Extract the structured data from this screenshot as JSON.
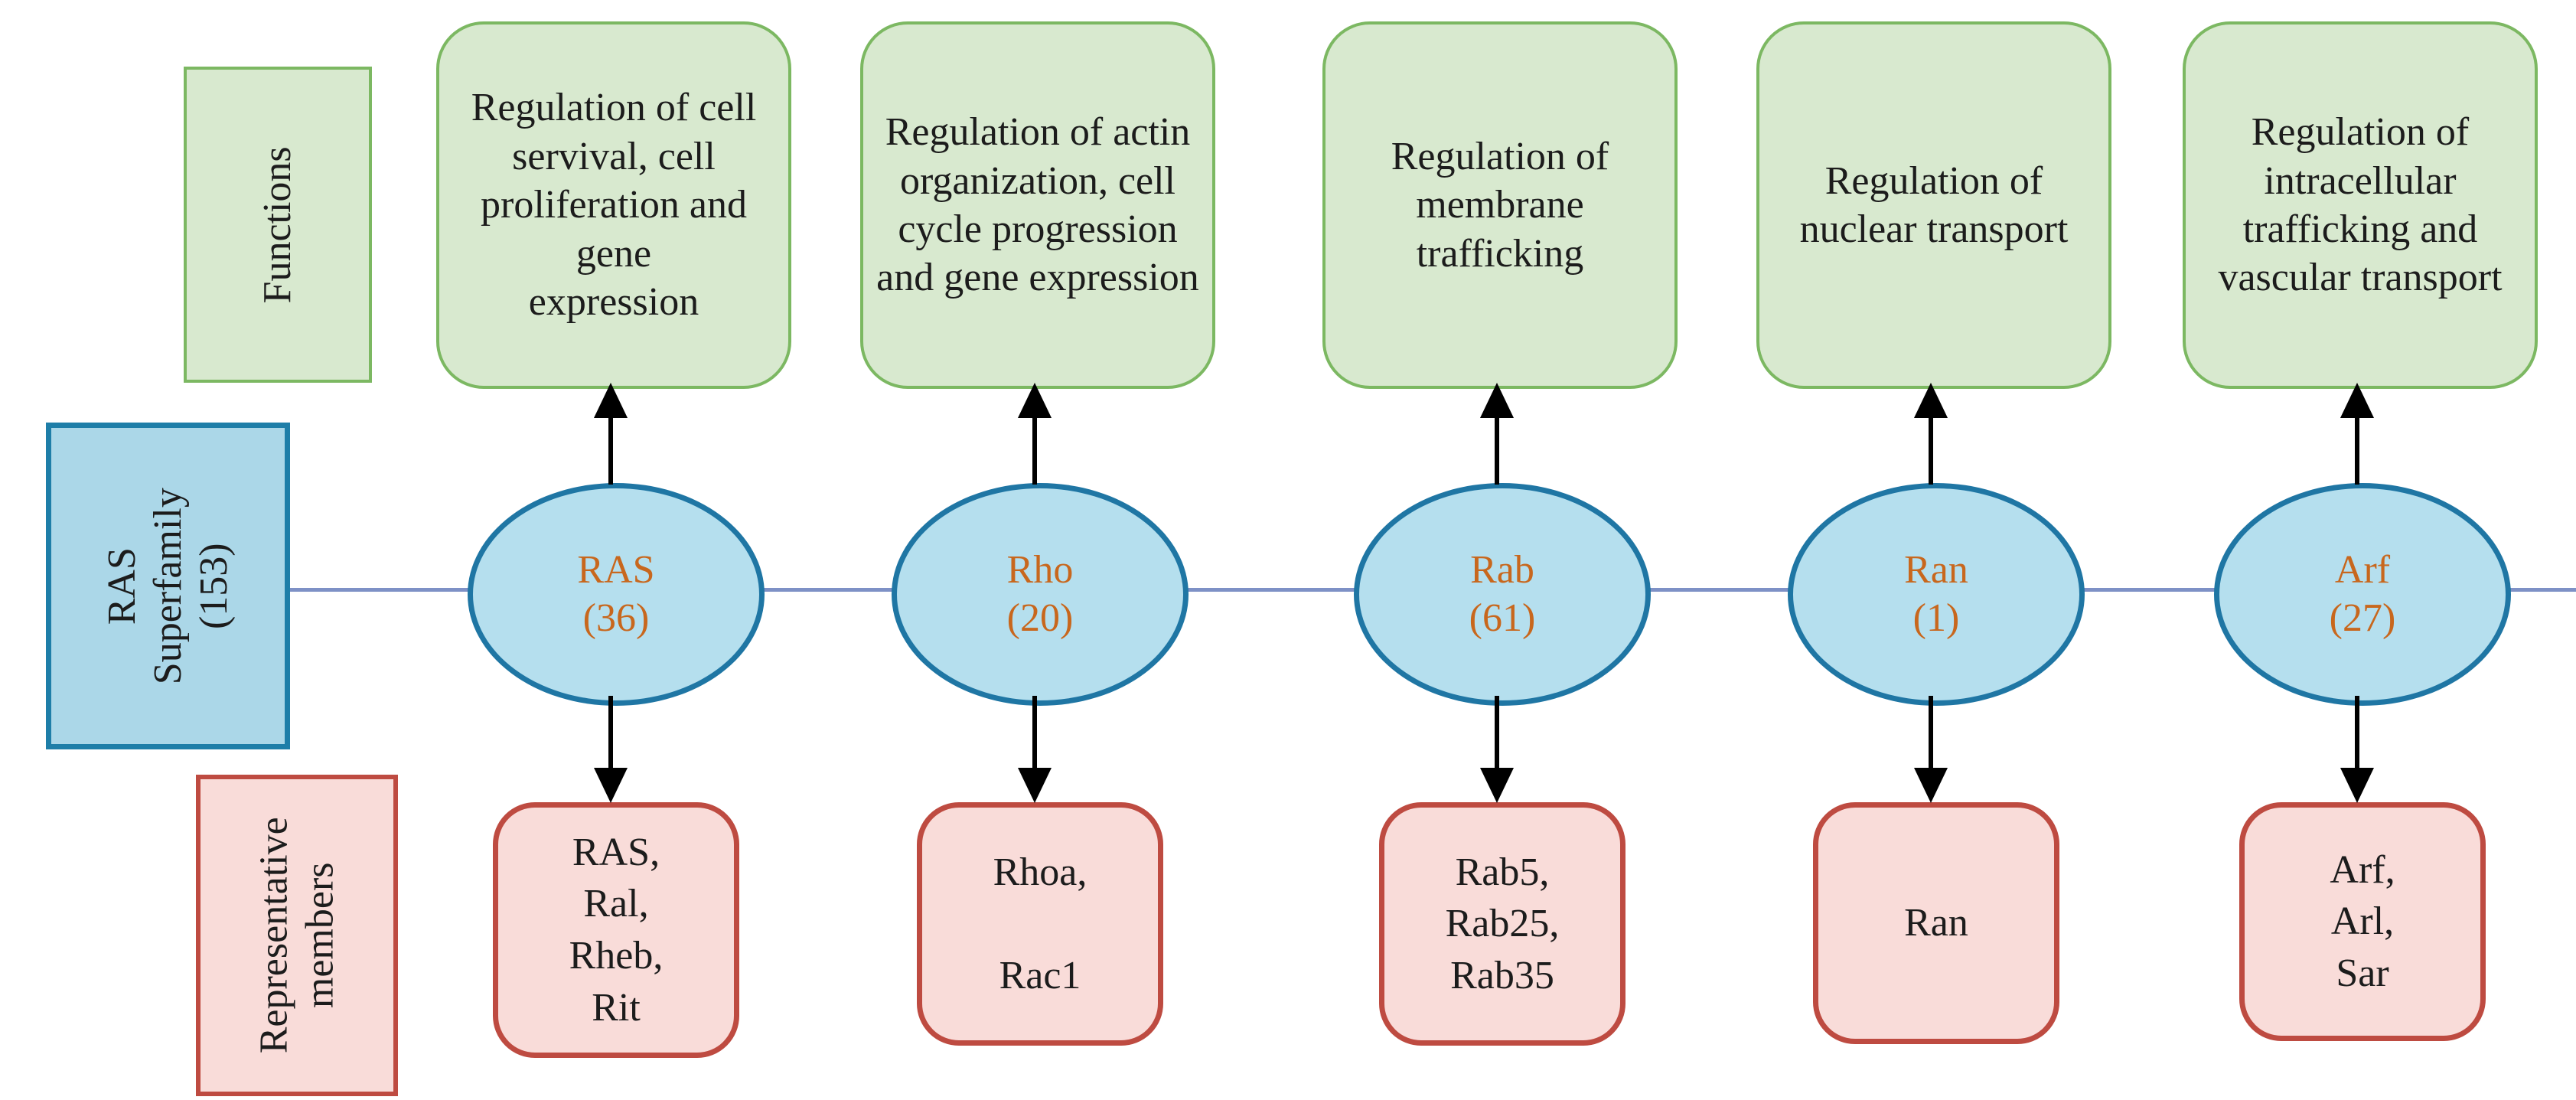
{
  "diagram_title": "RAS Superfamily diagram",
  "palette": {
    "green_fill": "#d8e9cf",
    "green_border": "#7cb862",
    "ellipse_fill": "#b5dfee",
    "ellipse_border": "#1f76a4",
    "superfamily_box_fill": "#abd7e8",
    "superfamily_box_border": "#1e7ea8",
    "pink_fill": "#f9dcd9",
    "pink_border": "#be4b41",
    "family_name_text": "#c8671d",
    "connector_line": "#7e91c6",
    "arrow": "#000000",
    "body_text": "#1c1c1c"
  },
  "row_labels": {
    "functions": "Functions",
    "superfamily": "RAS\nSuperfamily\n(153)",
    "members": "Representative\nmembers"
  },
  "families": [
    {
      "name": "RAS",
      "count": "(36)",
      "function": "Regulation of cell\nservival, cell\nproliferation and gene\nexpression",
      "members": "RAS,\nRal,\nRheb,\nRit"
    },
    {
      "name": "Rho",
      "count": "(20)",
      "function": "Regulation of actin\norganization, cell\ncycle progression\nand gene expression",
      "members": "Rhoa,\n\nRac1"
    },
    {
      "name": "Rab",
      "count": "(61)",
      "function": "Regulation of\nmembrane\ntrafficking",
      "members": "Rab5,\nRab25,\nRab35"
    },
    {
      "name": "Ran",
      "count": "(1)",
      "function": "Regulation of\nnuclear transport",
      "members": "Ran"
    },
    {
      "name": "Arf",
      "count": "(27)",
      "function": "Regulation of\nintracellular\ntrafficking and\nvascular transport",
      "members": "Arf,\nArl,\nSar"
    }
  ]
}
